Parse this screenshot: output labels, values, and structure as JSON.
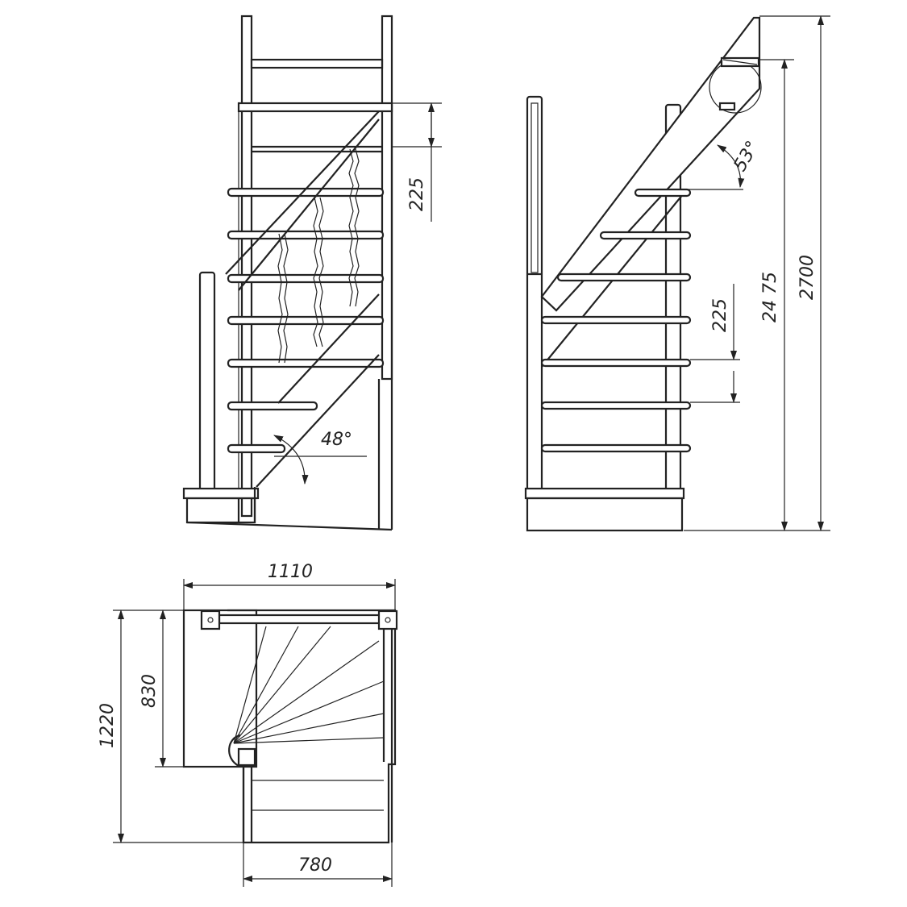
{
  "front_view": {
    "dim_riser": "225",
    "angle": "48°"
  },
  "side_view": {
    "dim_riser": "225",
    "dim_height_inner": "24 75",
    "dim_height_total": "2700",
    "angle": "53°"
  },
  "plan_view": {
    "dim_width_top": "1110",
    "dim_width_bottom": "780",
    "dim_depth_total": "1220",
    "dim_depth_inner": "830"
  }
}
